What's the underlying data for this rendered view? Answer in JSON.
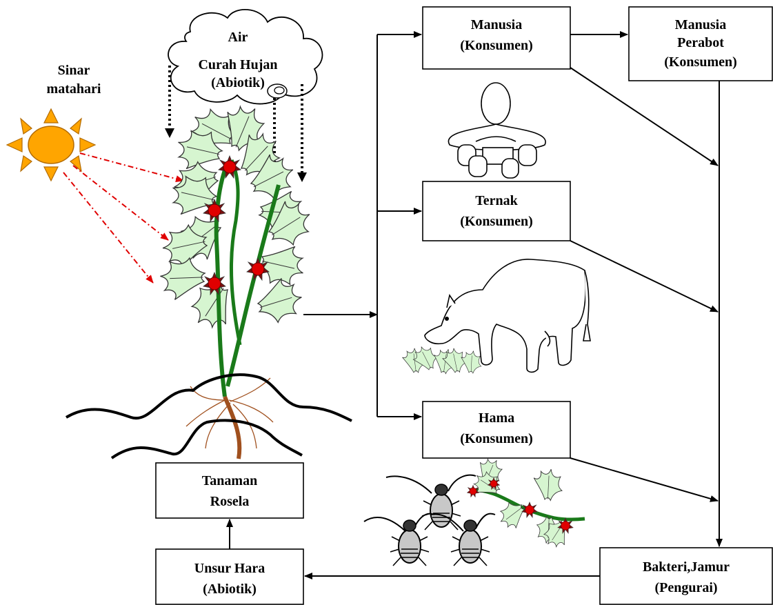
{
  "labels": {
    "sun_line1": "Sinar",
    "sun_line2": "matahari",
    "rain_line1": "Air",
    "rain_line2": "Curah Hujan",
    "rain_line3": "(Abiotik)",
    "manusia_line1": "Manusia",
    "manusia_line2": "(Konsumen)",
    "perabot_line1": "Manusia",
    "perabot_line2": "Perabot",
    "perabot_line3": "(Konsumen)",
    "ternak_line1": "Ternak",
    "ternak_line2": "(Konsumen)",
    "hama_line1": "Hama",
    "hama_line2": "(Konsumen)",
    "tanaman_line1": "Tanaman",
    "tanaman_line2": "Rosela",
    "unsur_line1": "Unsur Hara",
    "unsur_line2": "(Abiotik)",
    "bakteri_line1": "Bakteri,Jamur",
    "bakteri_line2": "(Pengurai)"
  },
  "colors": {
    "sun_fill": "#ffa500",
    "sun_outline": "#b36b00",
    "sunray_arrow": "#e00000",
    "leaf_fill": "#d6f5d0",
    "stem": "#1a7a1a",
    "root": "#a0501e",
    "flower": "#e00000"
  },
  "icons": {
    "sun": "sun-icon",
    "cloud": "rain-cloud-icon",
    "plant": "rosella-plant-icon",
    "person": "person-with-furniture-icon",
    "cow": "cow-grazing-icon",
    "pests": "pest-insects-icon"
  }
}
